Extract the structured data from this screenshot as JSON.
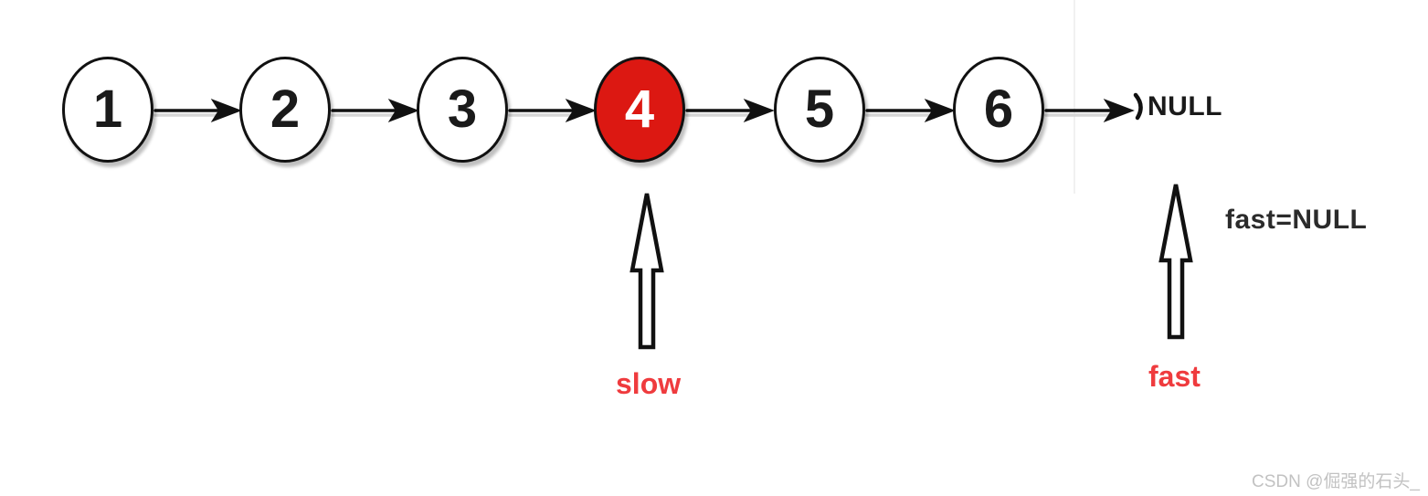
{
  "diagram": {
    "type": "singly-linked-list",
    "nodes": [
      {
        "value": "1",
        "highlighted": false
      },
      {
        "value": "2",
        "highlighted": false
      },
      {
        "value": "3",
        "highlighted": false
      },
      {
        "value": "4",
        "highlighted": true
      },
      {
        "value": "5",
        "highlighted": false
      },
      {
        "value": "6",
        "highlighted": false
      }
    ],
    "terminal_label": "NULL",
    "annotation": "fast=NULL",
    "pointers": {
      "slow": {
        "label": "slow",
        "points_to_node": "4"
      },
      "fast": {
        "label": "fast",
        "points_to": "NULL"
      }
    },
    "colors": {
      "highlight_node_fill": "#dc1812",
      "node_fill": "#ffffff",
      "node_border": "#111111",
      "pointer_label_color": "#ef3b3e",
      "text_color": "#1a1a1a",
      "arrow_color": "#111111",
      "arrow_shadow_color": "#d6d6d6"
    }
  },
  "watermark": {
    "text": "CSDN @倔强的石头_"
  }
}
